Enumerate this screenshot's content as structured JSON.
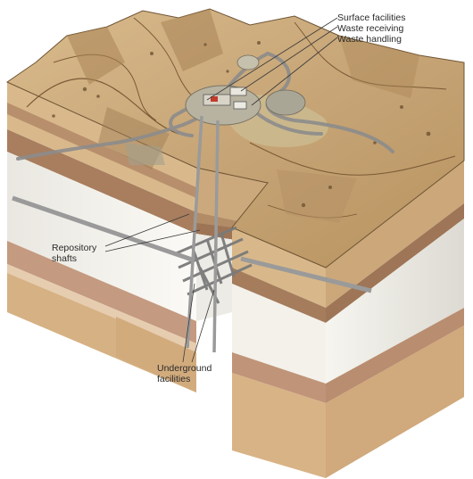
{
  "labels": {
    "surface": [
      "Surface facilities",
      "Waste receiving",
      "Waste handling"
    ],
    "shafts": [
      "Repository",
      "shafts"
    ],
    "underground": [
      "Underground",
      "facilities"
    ]
  },
  "colors": {
    "terrain": "#c9a878",
    "terrain_dark": "#8a6a44",
    "stratum_tan": "#d8b88a",
    "stratum_brown": "#b08768",
    "stratum_light": "#f4f2ec",
    "road": "#8c8c8c",
    "tunnel": "#9a9a9a"
  }
}
